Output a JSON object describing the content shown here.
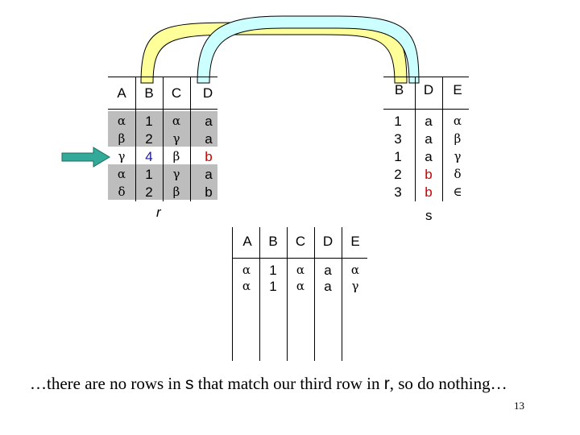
{
  "colors": {
    "arc_yellow": "#ffff99",
    "arc_cyan": "#ccffff",
    "grey_box": "#bdbdbd",
    "arrow": "#33aa99",
    "highlight_red": "#cc0000",
    "highlight_blue": "#1a1a99"
  },
  "r": {
    "label": "r",
    "headers": [
      "A",
      "B",
      "C",
      "D"
    ],
    "columns": [
      [
        "α",
        "β",
        "γ",
        "α",
        "δ"
      ],
      [
        "1",
        "2",
        "4",
        "1",
        "2"
      ],
      [
        "α",
        "γ",
        "β",
        "γ",
        "β"
      ],
      [
        "a",
        "a",
        "b",
        "a",
        "b"
      ]
    ]
  },
  "s": {
    "label": "s",
    "headers": [
      "B",
      "D",
      "E"
    ],
    "columns": [
      [
        "1",
        "3",
        "1",
        "2",
        "3"
      ],
      [
        "a",
        "a",
        "a",
        "b",
        "b"
      ],
      [
        "α",
        "β",
        "γ",
        "δ",
        "∈"
      ]
    ]
  },
  "result": {
    "headers": [
      "A",
      "B",
      "C",
      "D",
      "E"
    ],
    "columns": [
      [
        "α",
        "α"
      ],
      [
        "1",
        "1"
      ],
      [
        "α",
        "α"
      ],
      [
        "a",
        "a"
      ],
      [
        "α",
        "γ"
      ]
    ]
  },
  "caption": {
    "part1": "…there are no rows in ",
    "s_ref": "s",
    "part2": " that match our third row in ",
    "r_ref": "r",
    "part3": ", so do nothing…"
  },
  "page_number": "13",
  "arrow_icon": "right-arrow-icon"
}
